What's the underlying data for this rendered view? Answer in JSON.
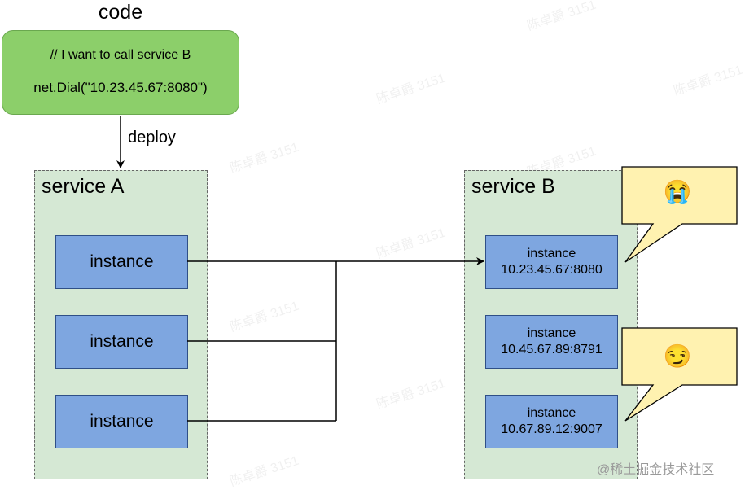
{
  "code": {
    "title": "code",
    "line1": "// I want to call service B",
    "line2": "net.Dial(\"10.23.45.67:8080\")"
  },
  "deploy_label": "deploy",
  "service_a": {
    "title": "service A",
    "instances": [
      "instance",
      "instance",
      "instance"
    ]
  },
  "service_b": {
    "title": "service B",
    "instances": [
      {
        "label": "instance",
        "address": "10.23.45.67:8080"
      },
      {
        "label": "instance",
        "address": "10.45.67.89:8791"
      },
      {
        "label": "instance",
        "address": "10.67.89.12:9007"
      }
    ]
  },
  "bubbles": [
    {
      "emoji": "😭",
      "icon": "crying-face-icon"
    },
    {
      "emoji": "😏",
      "icon": "smirking-face-icon"
    }
  ],
  "watermark": "@稀土掘金技术社区",
  "colors": {
    "code_box": "#8ccf6a",
    "service_group": "#d5e8d4",
    "instance": "#7ea6e0",
    "bubble": "#fff2b0"
  }
}
